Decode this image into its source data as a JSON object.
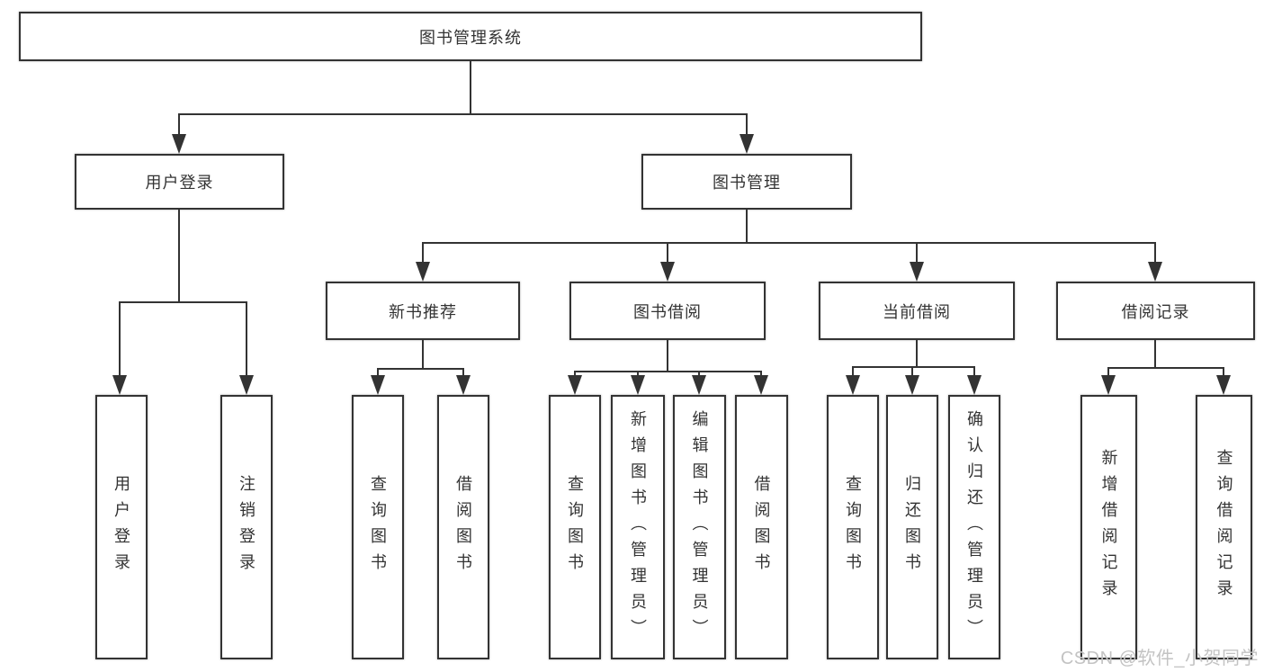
{
  "diagram": {
    "title": "图书管理系统",
    "type": "hierarchy-tree",
    "hierarchy": {
      "图书管理系统": {
        "用户登录": [
          "用户登录",
          "注销登录"
        ],
        "图书管理": {
          "新书推荐": [
            "查询图书",
            "借阅图书"
          ],
          "图书借阅": [
            "查询图书",
            "新增图书（管理员）",
            "编辑图书（管理员）",
            "借阅图书"
          ],
          "当前借阅": [
            "查询图书",
            "归还图书",
            "确认归还（管理员）"
          ],
          "借阅记录": [
            "新增借阅记录",
            "查询借阅记录"
          ]
        }
      }
    }
  },
  "nodes": {
    "root": {
      "label": "图书管理系统"
    },
    "user_login_group": {
      "label": "用户登录"
    },
    "book_mgmt": {
      "label": "图书管理"
    },
    "new_book_rec": {
      "label": "新书推荐"
    },
    "book_borrow": {
      "label": "图书借阅"
    },
    "current_borrow": {
      "label": "当前借阅"
    },
    "borrow_records": {
      "label": "借阅记录"
    },
    "leaf_user_login": {
      "label": "用户登录"
    },
    "leaf_logout": {
      "label": "注销登录"
    },
    "leaf_query_book_a": {
      "label": "查询图书"
    },
    "leaf_borrow_book_a": {
      "label": "借阅图书"
    },
    "leaf_query_book_b": {
      "label": "查询图书"
    },
    "leaf_add_book": {
      "label": "新增图书（管理员）"
    },
    "leaf_edit_book": {
      "label": "编辑图书（管理员）"
    },
    "leaf_borrow_book_b": {
      "label": "借阅图书"
    },
    "leaf_query_book_c": {
      "label": "查询图书"
    },
    "leaf_return_book": {
      "label": "归还图书"
    },
    "leaf_confirm_return": {
      "label": "确认归还（管理员）"
    },
    "leaf_add_record": {
      "label": "新增借阅记录"
    },
    "leaf_query_record": {
      "label": "查询借阅记录"
    }
  },
  "watermark": "CSDN @软件_小贺同学",
  "colors": {
    "line": "#333333",
    "box_border": "#333333",
    "box_fill": "#ffffff",
    "text": "#333333",
    "watermark": "#c3c3c3",
    "background": "#ffffff"
  }
}
